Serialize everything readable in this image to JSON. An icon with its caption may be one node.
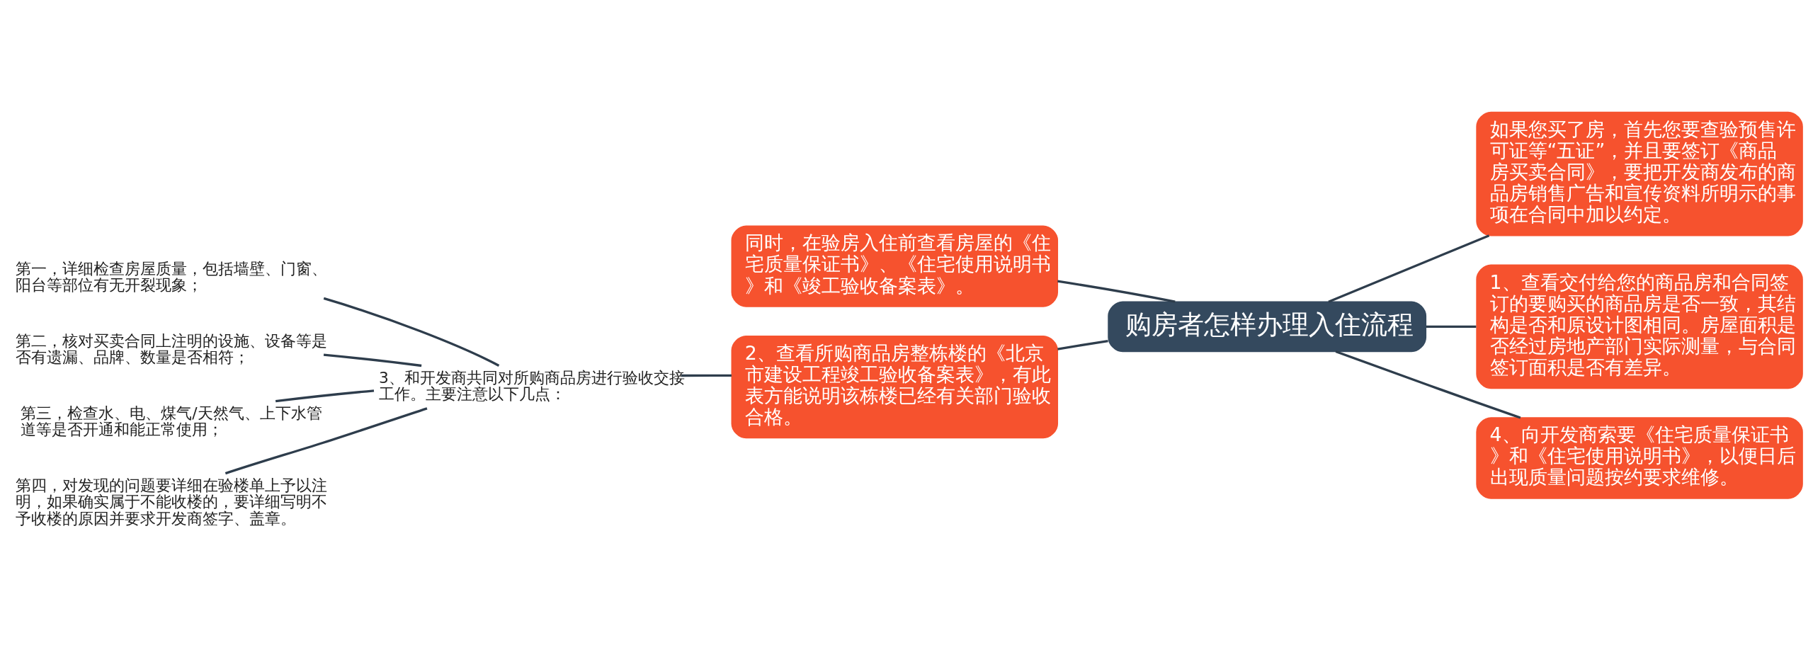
{
  "diagram": {
    "nodes": [
      {
        "text": [
          "购房者怎样办理入住流程"
        ]
      },
      {
        "text": [
          "同时，在验房入住前查看房屋的《住宅质量保证书》、《住宅使用说明书》和《竣工验收备案表》。"
        ]
      },
      {
        "text": [
          "2、查看所购商品房整栋楼的《北京市建设工程竣工验收备案表》，有此表方能说明该栋楼已经有关部门验收合格。"
        ]
      },
      {
        "text": [
          "3、和开发商共同对所购商品房进行验收交接工作。主要注意以下几点："
        ]
      },
      {
        "text": [
          "第一，详细检查房屋质量，包括墙壁、门窗、阳台等部位有无开裂现象；"
        ]
      },
      {
        "text": [
          "第二，核对买卖合同上注明的设施、设备等是否有遗漏、品牌、数量是否相符；"
        ]
      },
      {
        "text": [
          "第三，检查水、电、煤气/天然气、上下水管道等是否开通和能正常使用；"
        ]
      },
      {
        "text": [
          "第四，对发现的问题要详细在验楼单上予以注明，如果确实属于不能收楼的，要详细写明不予收楼的原因并要求开发商签字、盖章。"
        ]
      },
      {
        "text": [
          "如果您买了房，首先您要查验预售许可证等“五证”，并且要签订《商品房买卖合同》，要把开发商发布的商品房销售广告和宣传资料所明示的事项在合同中加以约定。"
        ]
      },
      {
        "text": [
          "1、查看交付给您的商品房和合同签订的要购买的商品房是否一致，其结构是否和原设计图相同。房屋面积是否经过房地产部门实际测量，与合同签订面积是否有差异。"
        ]
      },
      {
        "text": [
          "4、向开发商索要《住宅质量保证书》和《住宅使用说明书》，以便日后出现质量问题按约要求维修。"
        ]
      }
    ],
    "edges": [
      {
        "from": 0,
        "to": 1,
        "arrow": "none"
      },
      {
        "from": 0,
        "to": 2,
        "arrow": "none"
      },
      {
        "from": 2,
        "to": 3,
        "arrow": "none"
      },
      {
        "from": 3,
        "to": 4,
        "arrow": "none"
      },
      {
        "from": 3,
        "to": 5,
        "arrow": "none"
      },
      {
        "from": 3,
        "to": 6,
        "arrow": "none"
      },
      {
        "from": 3,
        "to": 7,
        "arrow": "none"
      },
      {
        "from": 0,
        "to": 8,
        "arrow": "none"
      },
      {
        "from": 0,
        "to": 9,
        "arrow": "none"
      },
      {
        "from": 0,
        "to": 10,
        "arrow": "none"
      }
    ]
  }
}
